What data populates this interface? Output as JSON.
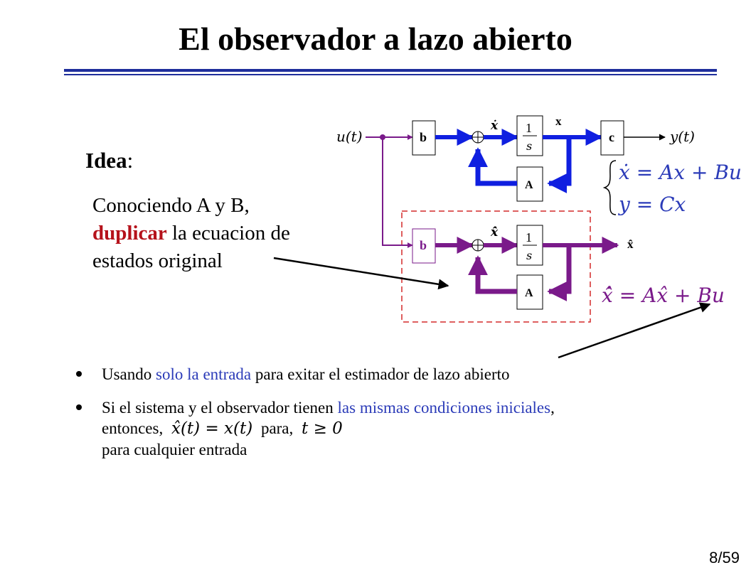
{
  "title": "El observador a lazo abierto",
  "idea_label": "Idea",
  "idea_colon": ":",
  "paragraph": {
    "line1": "Conociendo A y B,",
    "highlight": "duplicar",
    "rest": " la ecuacion de estados original"
  },
  "bullets": [
    {
      "pre": "Usando ",
      "highlight": "solo la entrada",
      "post": " para exitar el estimador de lazo abierto"
    },
    {
      "pre": "Si el sistema y el observador tienen ",
      "highlight": "las mismas condiciones iniciales",
      "mid": ", entonces,",
      "math1": "x̂(t) = x(t)",
      "mid2": " para,",
      "math2": "t ≥ 0",
      "post": "para cualquier entrada"
    }
  ],
  "diagram": {
    "input": "u(t)",
    "output": "y(t)",
    "block_b": "b",
    "block_c": "c",
    "block_a": "A",
    "integrator_num": "1",
    "integrator_den": "s",
    "xdot": "ẋ",
    "x": "x",
    "xhat_dot": "x̂̇",
    "xhat": "x̂",
    "eq1": "ẋ = Ax + Bu",
    "eq2": "y = Cx",
    "eq3": "x̂̇ = Ax̂ + Bu",
    "plant_color": "#0f1fe0",
    "observer_color": "#7a1a8a",
    "box_color": "#d42a2a"
  },
  "page_number": "8/59"
}
